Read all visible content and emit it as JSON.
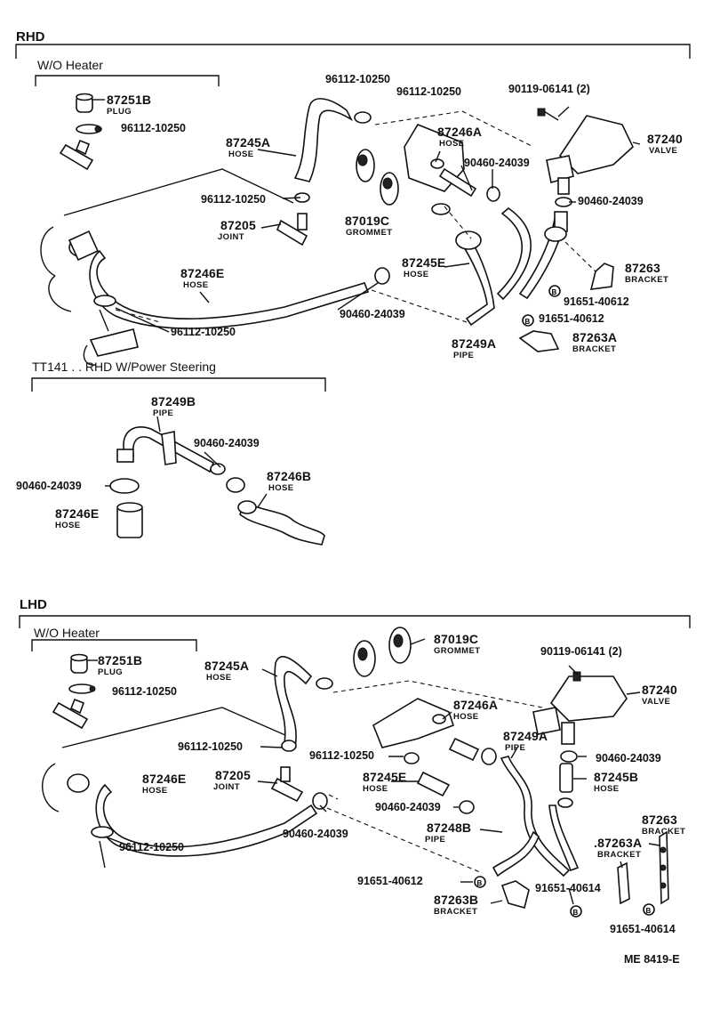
{
  "sections": {
    "rhd": {
      "title": "RHD",
      "wo_heater": "W/O  Heater",
      "tt141": "TT141 . . RHD W/Power Steering"
    },
    "lhd": {
      "title": "LHD",
      "wo_heater": "W/O  Heater"
    }
  },
  "rhd_labels": {
    "p87251b": "87251B",
    "plug": "PLUG",
    "c96112_a": "96112-10250",
    "c96112_b": "96112-10250",
    "c96112_c": "96112-10250",
    "c96112_d": "96112-10250",
    "c96112_e": "96112-10250",
    "p87245a": "87245A",
    "hose_a": "HOSE",
    "p87246a": "87246A",
    "hose_b": "HOSE",
    "bolt": "90119-06141 (2)",
    "p87240": "87240",
    "valve": "VALVE",
    "c90460_a": "90460-24039",
    "c90460_b": "90460-24039",
    "c90460_c": "90460-24039",
    "p87205": "87205",
    "joint": "JOINT",
    "p87019c": "87019C",
    "grommet": "GROMMET",
    "p87246e": "87246E",
    "hose_c": "HOSE",
    "p87245e": "87245E",
    "hose_d": "HOSE",
    "p87263": "87263",
    "bracket_a": "BRACKET",
    "b91651_a": "91651-40612",
    "b91651_b": "91651-40612",
    "p87249a": "87249A",
    "pipe": "PIPE",
    "p87263a": "87263A",
    "bracket_b": "BRACKET"
  },
  "ps_labels": {
    "p87249b": "87249B",
    "pipe": "PIPE",
    "c90460_a": "90460-24039",
    "c90460_b": "90460-24039",
    "p87246b": "87246B",
    "hose_a": "HOSE",
    "p87246e": "87246E",
    "hose_b": "HOSE"
  },
  "lhd_labels": {
    "p87251b": "87251B",
    "plug": "PLUG",
    "c96112_a": "96112-10250",
    "c96112_b": "96112-10250",
    "c96112_c": "96112-10250",
    "c96112_d": "96112-10250",
    "p87245a": "87245A",
    "hose_a": "HOSE",
    "p87019c": "87019C",
    "grommet": "GROMMET",
    "bolt": "90119-06141 (2)",
    "p87240": "87240",
    "valve": "VALVE",
    "p87246a": "87246A",
    "hose_b": "HOSE",
    "p87249a": "87249A",
    "pipe_a": "PIPE",
    "c90460_a": "90460-24039",
    "c90460_b": "90460-24039",
    "c90460_c": "90460-24039",
    "p87245e": "87245E",
    "hose_c": "HOSE",
    "p87245b": "87245B",
    "hose_d": "HOSE",
    "p87246e": "87246E",
    "hose_e": "HOSE",
    "p87205": "87205",
    "joint": "JOINT",
    "p87248b": "87248B",
    "pipe_b": "PIPE",
    "p87263": "87263",
    "bracket_a": "BRACKET",
    "p87263a": ".87263A",
    "bracket_b": "BRACKET",
    "b91651_a": "91651-40612",
    "b91651_b": "91651-40614",
    "b91651_c": "91651-40614",
    "p87263b": "87263B",
    "bracket_c": "BRACKET"
  },
  "footer": {
    "code": "ME 8419-E"
  }
}
